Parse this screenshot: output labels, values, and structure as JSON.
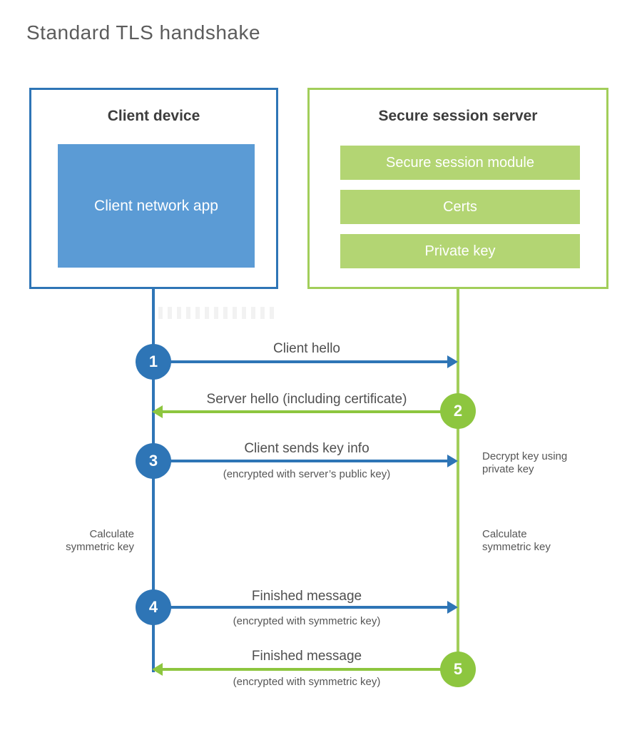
{
  "title": "Standard TLS handshake",
  "client": {
    "heading": "Client device",
    "app_label": "Client network app"
  },
  "server": {
    "heading": "Secure session server",
    "modules": [
      "Secure session module",
      "Certs",
      "Private key"
    ]
  },
  "steps": [
    {
      "num": "1",
      "direction": "client-to-server",
      "label": "Client hello",
      "sub": ""
    },
    {
      "num": "2",
      "direction": "server-to-client",
      "label": "Server hello (including certificate)",
      "sub": ""
    },
    {
      "num": "3",
      "direction": "client-to-server",
      "label": "Client sends key info",
      "sub": "(encrypted with server’s public key)"
    },
    {
      "num": "4",
      "direction": "client-to-server",
      "label": "Finished message",
      "sub": "(encrypted with symmetric key)"
    },
    {
      "num": "5",
      "direction": "server-to-client",
      "label": "Finished message",
      "sub": "(encrypted with symmetric key)"
    }
  ],
  "notes": {
    "decrypt": "Decrypt key using private key",
    "calc_left": "Calculate symmetric key",
    "calc_right": "Calculate symmetric key"
  },
  "colors": {
    "blue": "#2e75b6",
    "blue_light": "#5b9bd5",
    "green": "#8dc63f",
    "green_border": "#a2ce5a",
    "green_bar": "#b3d573",
    "heading_text": "#3d3d3d",
    "label_text": "#4f4f4f"
  }
}
